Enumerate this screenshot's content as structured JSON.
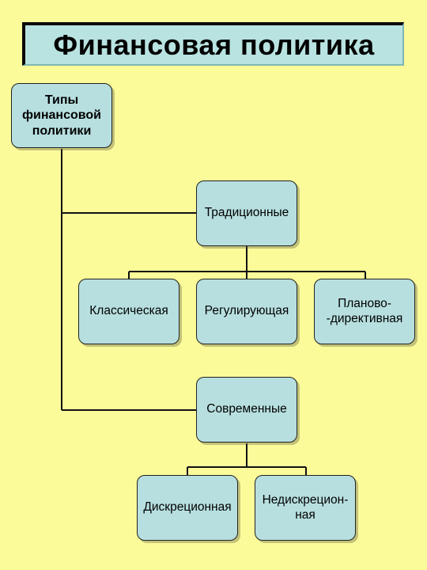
{
  "title": "Финансовая политика",
  "nodes": {
    "root": "Типы\nфинансовой\nполитики",
    "traditional": "Традиционные",
    "classical": "Классическая",
    "regulating": "Регулирующая",
    "planned": "Планово-\n-директивная",
    "modern": "Современные",
    "discretionary": "Дискреционная",
    "nondiscretionary": "Недискрецион-\nная"
  }
}
